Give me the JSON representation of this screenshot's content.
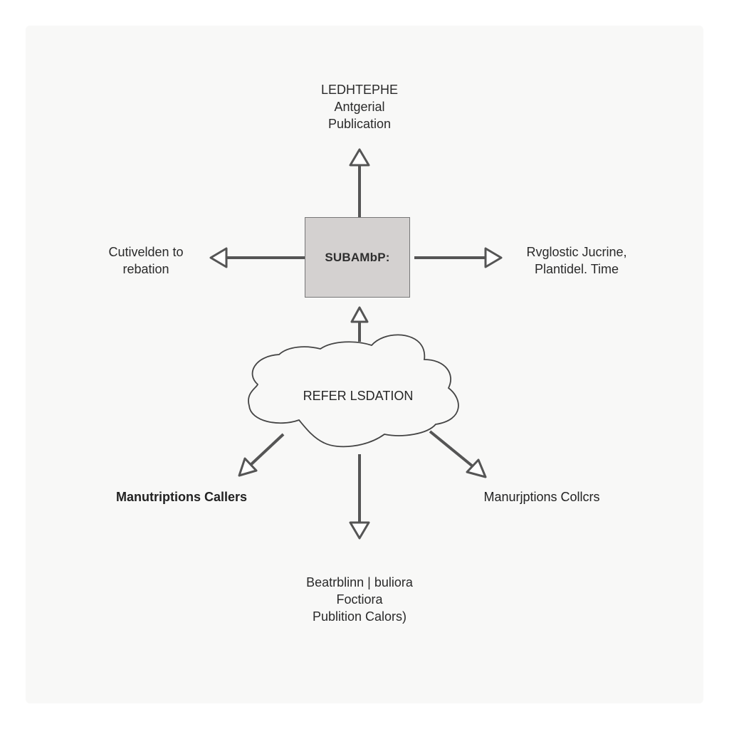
{
  "center_box": {
    "label": "SUBAMbP:"
  },
  "cloud": {
    "label": "REFER LSDATION"
  },
  "top_node": {
    "lines": [
      "LEDHTEPHE",
      "Antgerial",
      "Publication"
    ]
  },
  "left_node": {
    "lines": [
      "Cutivelden to",
      "rebation"
    ]
  },
  "right_node": {
    "lines": [
      "Rvglostic Jucrine,",
      "Plantidel. Time"
    ]
  },
  "bottom_left_node": {
    "label": "Manutriptions Callers"
  },
  "bottom_right_node": {
    "label": "Manurjptions Collcrs"
  },
  "bottom_node": {
    "lines": [
      "Beatrblinn | buliora",
      "Foctiora",
      "Publition Calors)"
    ]
  },
  "colors": {
    "arrow": "#555555",
    "box_fill": "#d4d1d0",
    "panel": "#f8f8f7"
  }
}
